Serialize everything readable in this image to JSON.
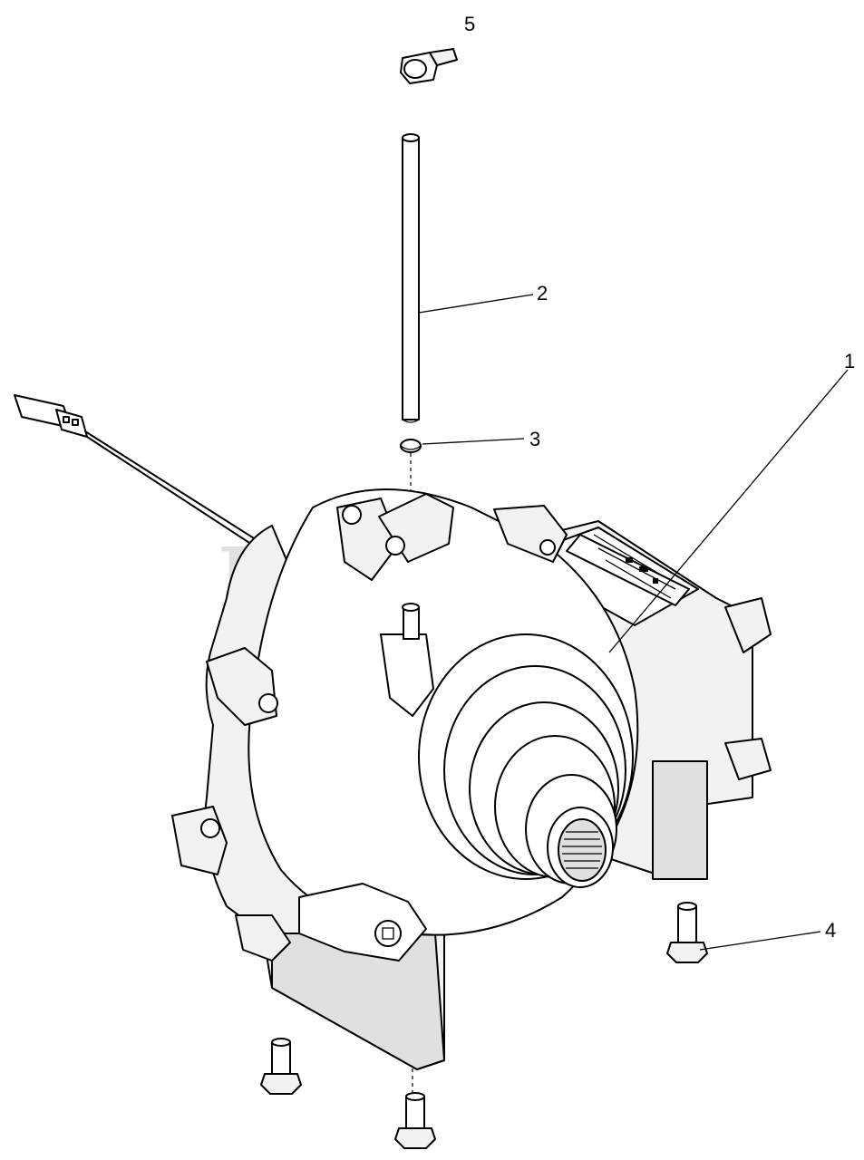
{
  "watermark": "PartsTree",
  "callouts": [
    {
      "id": "callout-1",
      "number": "1"
    },
    {
      "id": "callout-2",
      "number": "2"
    },
    {
      "id": "callout-3",
      "number": "3"
    },
    {
      "id": "callout-4",
      "number": "4"
    },
    {
      "id": "callout-5",
      "number": "5"
    }
  ]
}
